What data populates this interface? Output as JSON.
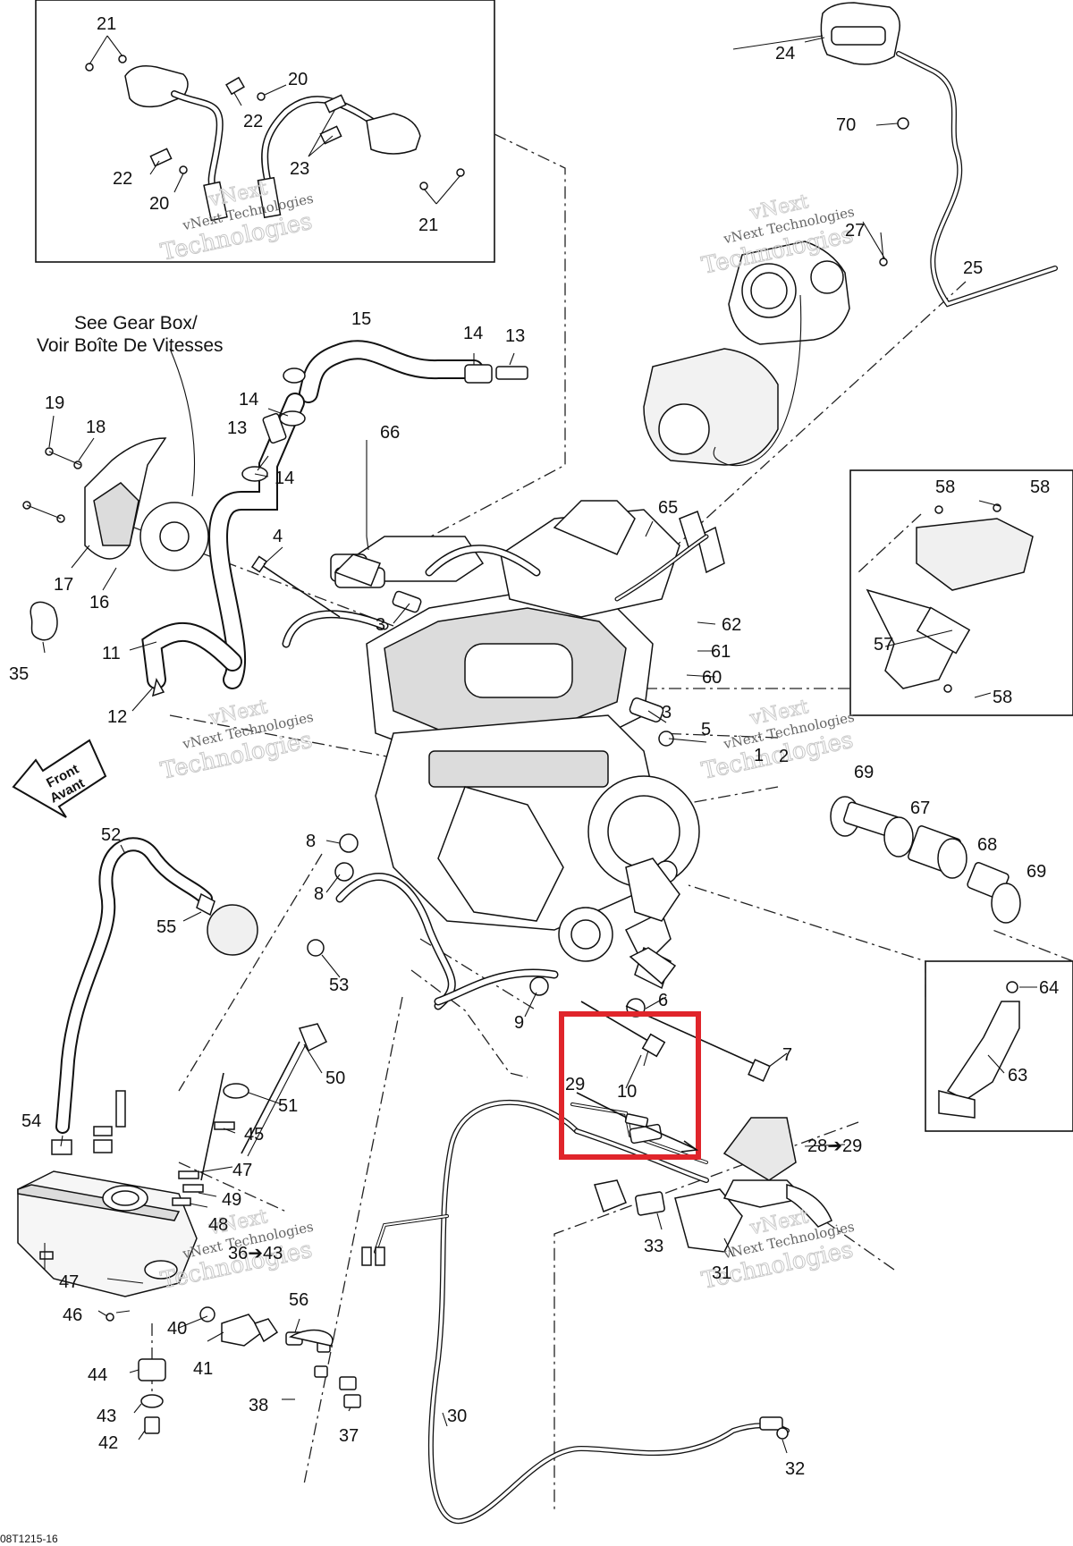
{
  "note": {
    "line1": "See Gear Box/",
    "line2": "Voir Boîte De Vitesses"
  },
  "front_arrow": {
    "line1": "Front",
    "line2": "Avant"
  },
  "watermark": {
    "line1": "vNext",
    "line2": "vNext Technologies",
    "line3": "Technologies"
  },
  "drawing_code": "08T1215-16",
  "highlight_color": "#e0252b",
  "callouts": [
    {
      "text": "21"
    },
    {
      "text": "20"
    },
    {
      "text": "22"
    },
    {
      "text": "23"
    },
    {
      "text": "22"
    },
    {
      "text": "20"
    },
    {
      "text": "21"
    },
    {
      "text": "24"
    },
    {
      "text": "70"
    },
    {
      "text": "27"
    },
    {
      "text": "25"
    },
    {
      "text": "15"
    },
    {
      "text": "14"
    },
    {
      "text": "13"
    },
    {
      "text": "14"
    },
    {
      "text": "13"
    },
    {
      "text": "14"
    },
    {
      "text": "66"
    },
    {
      "text": "19"
    },
    {
      "text": "18"
    },
    {
      "text": "17"
    },
    {
      "text": "16"
    },
    {
      "text": "4"
    },
    {
      "text": "65"
    },
    {
      "text": "58"
    },
    {
      "text": "58"
    },
    {
      "text": "57"
    },
    {
      "text": "58"
    },
    {
      "text": "3"
    },
    {
      "text": "62"
    },
    {
      "text": "61"
    },
    {
      "text": "60"
    },
    {
      "text": "35"
    },
    {
      "text": "11"
    },
    {
      "text": "12"
    },
    {
      "text": "3"
    },
    {
      "text": "5"
    },
    {
      "text": "1"
    },
    {
      "text": "2"
    },
    {
      "text": "69"
    },
    {
      "text": "67"
    },
    {
      "text": "68"
    },
    {
      "text": "69"
    },
    {
      "text": "52"
    },
    {
      "text": "8"
    },
    {
      "text": "8"
    },
    {
      "text": "55"
    },
    {
      "text": "53"
    },
    {
      "text": "9"
    },
    {
      "text": "6"
    },
    {
      "text": "7"
    },
    {
      "text": "64"
    },
    {
      "text": "63"
    },
    {
      "text": "29"
    },
    {
      "text": "10"
    },
    {
      "text": "28➔29"
    },
    {
      "text": "50"
    },
    {
      "text": "51"
    },
    {
      "text": "54"
    },
    {
      "text": "45"
    },
    {
      "text": "47"
    },
    {
      "text": "49"
    },
    {
      "text": "48"
    },
    {
      "text": "33"
    },
    {
      "text": "36➔43"
    },
    {
      "text": "31"
    },
    {
      "text": "47"
    },
    {
      "text": "46"
    },
    {
      "text": "40"
    },
    {
      "text": "41"
    },
    {
      "text": "56"
    },
    {
      "text": "44"
    },
    {
      "text": "38"
    },
    {
      "text": "37"
    },
    {
      "text": "43"
    },
    {
      "text": "42"
    },
    {
      "text": "30"
    },
    {
      "text": "32"
    }
  ]
}
